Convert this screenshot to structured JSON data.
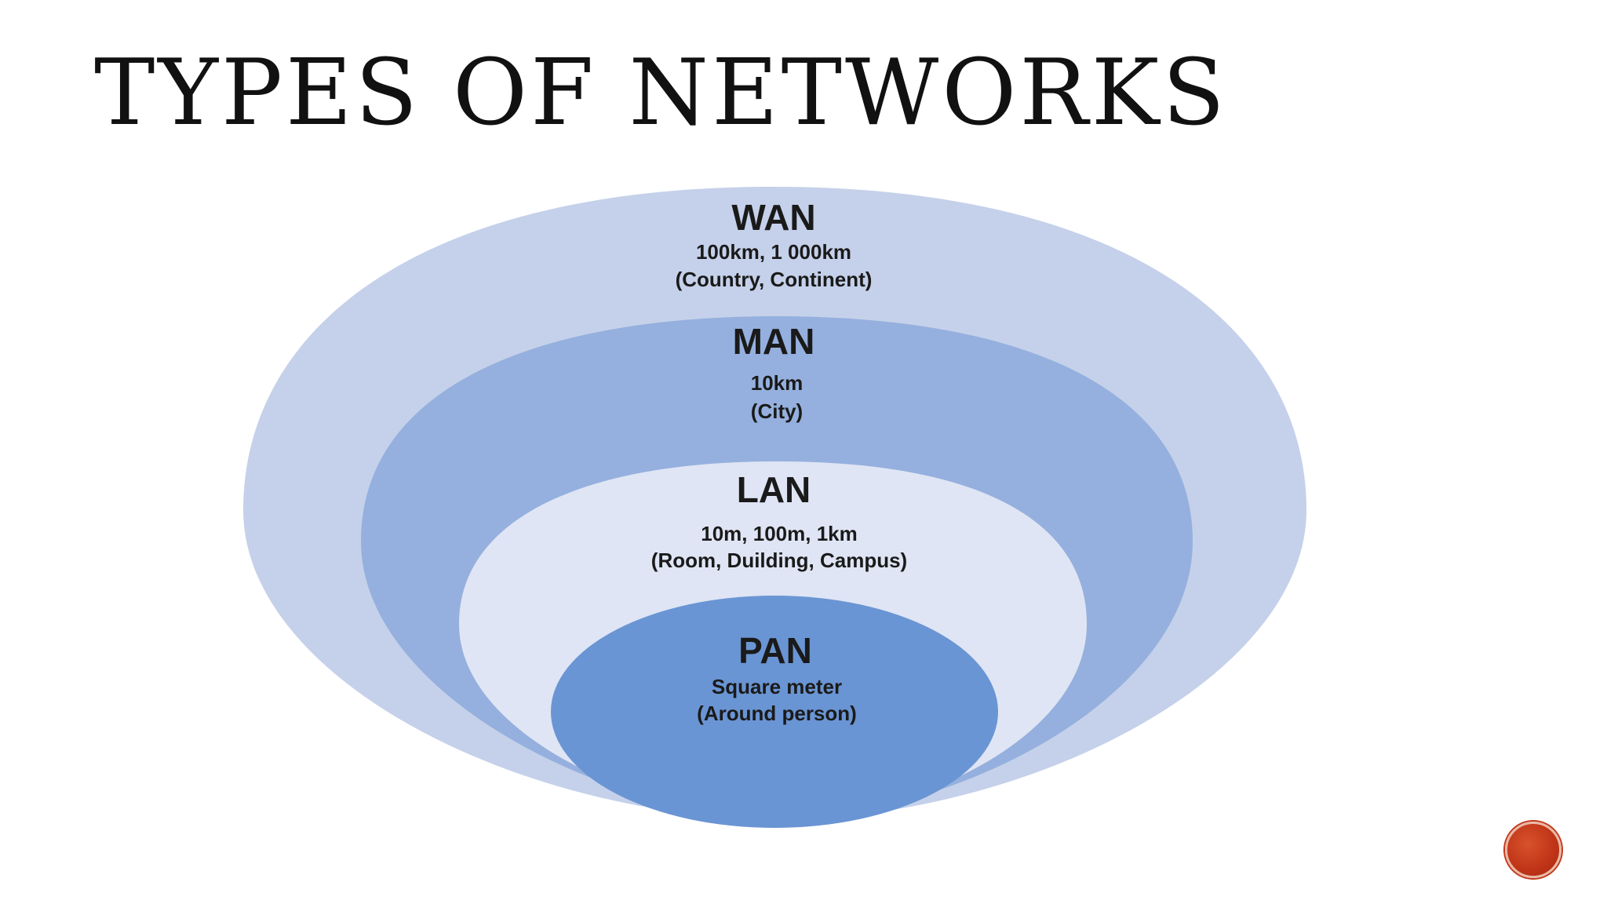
{
  "slide": {
    "title": "TYPES OF NETWORKS"
  },
  "diagram": {
    "layers": [
      {
        "id": "wan",
        "name": "WAN",
        "detail_1": "100km, 1 000km",
        "detail_2": "(Country, Continent)",
        "color": "#c5d1ea"
      },
      {
        "id": "man",
        "name": "MAN",
        "detail_1": "10km",
        "detail_2": "(City)",
        "color": "#95b0de"
      },
      {
        "id": "lan",
        "name": "LAN",
        "detail_1": "10m, 100m, 1km",
        "detail_2": "(Room, Duilding, Campus)",
        "color": "#dfe5f4"
      },
      {
        "id": "pan",
        "name": "PAN",
        "detail_1": "Square meter",
        "detail_2": "(Around person)",
        "color": "#6a95d4"
      }
    ]
  },
  "colors": {
    "title_text": "#111111",
    "label_text": "#1a1a1a",
    "nav_button": "#bf3417"
  },
  "nav": {
    "button_icon": "circle-nav-icon"
  }
}
